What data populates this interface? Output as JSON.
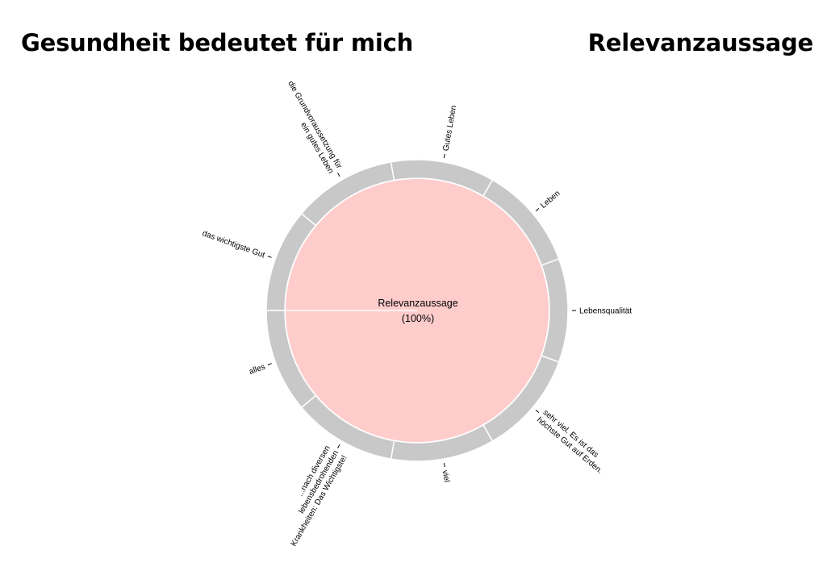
{
  "header": {
    "title": "Gesundheit bedeutet für mich",
    "subtitle": "Relevanzaussage"
  },
  "chart_data": {
    "type": "sunburst",
    "title": "Gesundheit bedeutet für mich",
    "center": {
      "label": "Relevanzaussage",
      "value": "(100%)"
    },
    "colors": {
      "inner": "#ffcccc",
      "outer": "#c8c8c8",
      "separator": "#ffffff",
      "tick": "#000000"
    },
    "segments": [
      {
        "label": "das wichtigste Gut",
        "value": 1
      },
      {
        "label": "die Grundvoraussetzung für ein gutes Leben",
        "value": 1
      },
      {
        "label": "Gutes Leben",
        "value": 1
      },
      {
        "label": "Leben",
        "value": 1
      },
      {
        "label": "Lebensqualität",
        "value": 1
      },
      {
        "label": "sehr viel. Es ist das höchste Gut auf Erden.",
        "value": 1
      },
      {
        "label": "viel",
        "value": 1
      },
      {
        "label": "...nach diversen lebensbedrohenden Krankheiten: Das Wichtigste!",
        "value": 1
      },
      {
        "label": "alles",
        "value": 1
      }
    ]
  }
}
